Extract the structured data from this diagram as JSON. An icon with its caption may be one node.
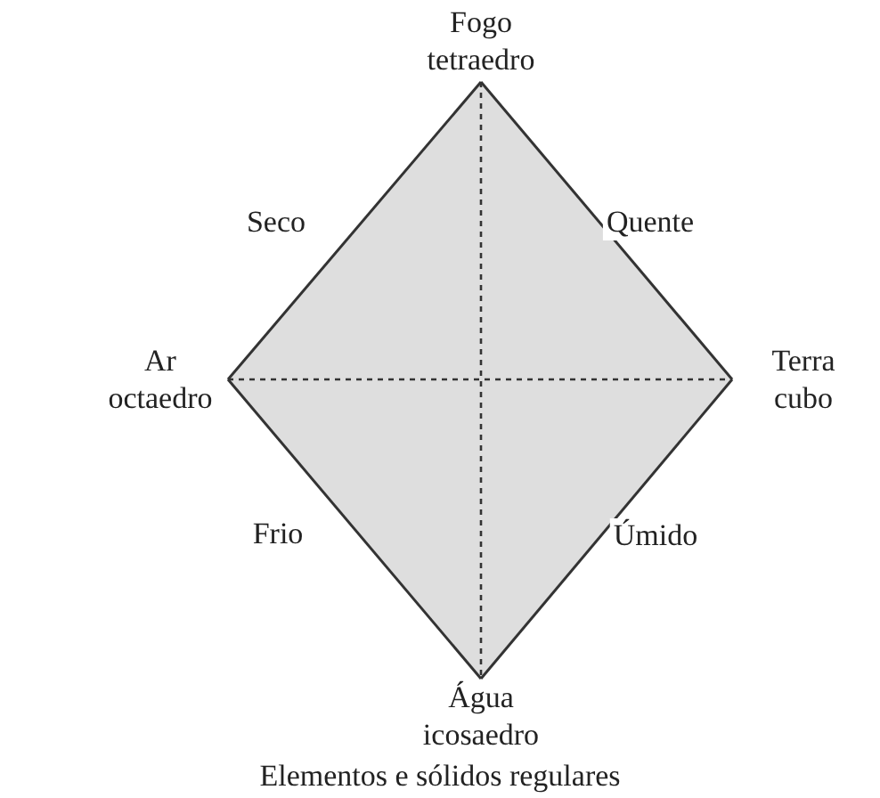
{
  "diagram": {
    "caption": "Elementos e sólidos regulares",
    "nodes": [
      {
        "text": [
          "Fogo",
          "tetraedro"
        ]
      },
      {
        "text": [
          "Terra",
          "cubo"
        ]
      },
      {
        "text": [
          "Água",
          "icosaedro"
        ]
      },
      {
        "text": [
          "Ar",
          "octaedro"
        ]
      }
    ],
    "edges": [
      {
        "from": 0,
        "to": 1,
        "arrow": "none",
        "label": "Quente"
      },
      {
        "from": 1,
        "to": 2,
        "arrow": "none",
        "label": "Úmido"
      },
      {
        "from": 2,
        "to": 3,
        "arrow": "none",
        "label": "Frio"
      },
      {
        "from": 3,
        "to": 0,
        "arrow": "none",
        "label": "Seco"
      },
      {
        "from": 0,
        "to": 2,
        "arrow": "none",
        "style": "dashed"
      },
      {
        "from": 3,
        "to": 1,
        "arrow": "none",
        "style": "dashed"
      }
    ]
  }
}
